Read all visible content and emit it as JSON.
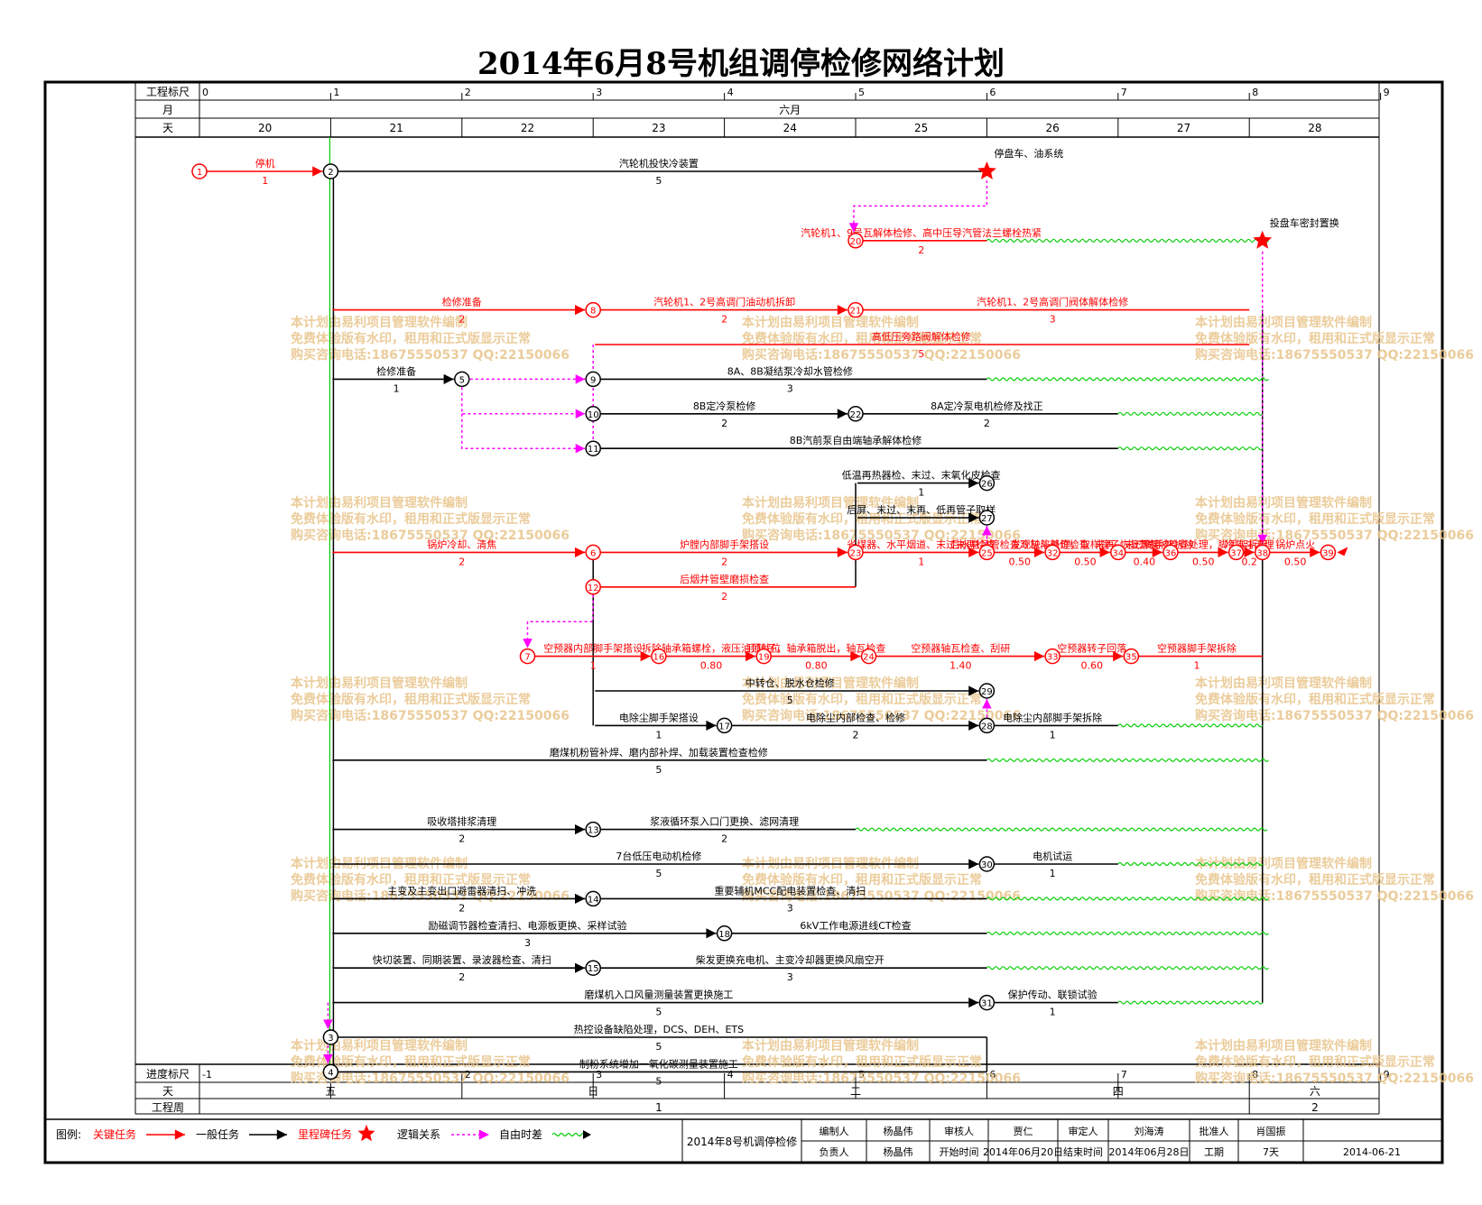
{
  "title": "2014年6月8号机组调停检修网络计划",
  "colors": {
    "critical": "#ff0000",
    "normal": "#000000",
    "logic": "#ff00ff",
    "float": "#00cc00",
    "watermark": "#e8c48a",
    "milestone": "#ff0000"
  },
  "header": {
    "row_labels": {
      "scale": "工程标尺",
      "month": "月",
      "day": "天"
    },
    "scale_ticks": [
      "0",
      "1",
      "2",
      "3",
      "4",
      "5",
      "6",
      "7",
      "8",
      "9"
    ],
    "month": "六月",
    "days": [
      "20",
      "21",
      "22",
      "23",
      "24",
      "25",
      "26",
      "27",
      "28"
    ]
  },
  "footer": {
    "row_labels": {
      "progress": "进度标尺",
      "weekday": "天",
      "week": "工程周"
    },
    "progress_ticks": [
      "-1",
      "1",
      "2",
      "3",
      "4",
      "5",
      "6",
      "7",
      "8",
      "9"
    ],
    "weekdays": [
      "五",
      "日",
      "二",
      "四",
      "六"
    ],
    "weeks": [
      "1",
      "2"
    ]
  },
  "nodes": [
    {
      "id": "1",
      "day": 0,
      "row": 0,
      "crit": true
    },
    {
      "id": "2",
      "day": 1,
      "row": 0,
      "crit": false
    },
    {
      "id": "20",
      "day": 5,
      "row": 2,
      "crit": true
    },
    {
      "id": "8",
      "day": 3,
      "row": 4,
      "crit": true
    },
    {
      "id": "21",
      "day": 5,
      "row": 4,
      "crit": true
    },
    {
      "id": "5",
      "day": 2,
      "row": 6,
      "crit": false
    },
    {
      "id": "9",
      "day": 3,
      "row": 6,
      "crit": false
    },
    {
      "id": "10",
      "day": 3,
      "row": 7,
      "crit": false
    },
    {
      "id": "22",
      "day": 5,
      "row": 7,
      "crit": false
    },
    {
      "id": "11",
      "day": 3,
      "row": 8,
      "crit": false
    },
    {
      "id": "26",
      "day": 6,
      "row": 9,
      "crit": false
    },
    {
      "id": "27",
      "day": 6,
      "row": 10,
      "crit": false
    },
    {
      "id": "6",
      "day": 3,
      "row": 11,
      "crit": true
    },
    {
      "id": "23",
      "day": 5,
      "row": 11,
      "crit": true
    },
    {
      "id": "25",
      "day": 6,
      "row": 11,
      "crit": true
    },
    {
      "id": "32",
      "day": 6.5,
      "row": 11,
      "crit": true
    },
    {
      "id": "34",
      "day": 7,
      "row": 11,
      "crit": true
    },
    {
      "id": "36",
      "day": 7.4,
      "row": 11,
      "crit": true
    },
    {
      "id": "37",
      "day": 7.9,
      "row": 11,
      "crit": true
    },
    {
      "id": "38",
      "day": 8.1,
      "row": 11,
      "crit": true
    },
    {
      "id": "39",
      "day": 8.6,
      "row": 11,
      "crit": true
    },
    {
      "id": "12",
      "day": 3,
      "row": 12,
      "crit": true
    },
    {
      "id": "7",
      "day": 2.5,
      "row": 14,
      "crit": true
    },
    {
      "id": "16",
      "day": 3.5,
      "row": 14,
      "crit": true
    },
    {
      "id": "19",
      "day": 4.3,
      "row": 14,
      "crit": true
    },
    {
      "id": "24",
      "day": 5.1,
      "row": 14,
      "crit": true
    },
    {
      "id": "33",
      "day": 6.5,
      "row": 14,
      "crit": true
    },
    {
      "id": "35",
      "day": 7.1,
      "row": 14,
      "crit": true
    },
    {
      "id": "29",
      "day": 6,
      "row": 15,
      "crit": false
    },
    {
      "id": "17",
      "day": 4,
      "row": 16,
      "crit": false
    },
    {
      "id": "28",
      "day": 6,
      "row": 16,
      "crit": false
    },
    {
      "id": "13",
      "day": 3,
      "row": 19,
      "crit": false
    },
    {
      "id": "30",
      "day": 6,
      "row": 20,
      "crit": false
    },
    {
      "id": "14",
      "day": 3,
      "row": 21,
      "crit": false
    },
    {
      "id": "18",
      "day": 4,
      "row": 22,
      "crit": false
    },
    {
      "id": "15",
      "day": 3,
      "row": 23,
      "crit": false
    },
    {
      "id": "31",
      "day": 6,
      "row": 24,
      "crit": false
    },
    {
      "id": "3",
      "day": 1,
      "row": 25,
      "crit": false
    },
    {
      "id": "4",
      "day": 1,
      "row": 26,
      "crit": false
    }
  ],
  "milestones": [
    {
      "day": 6,
      "row": 0,
      "label": "停盘车、油系统"
    },
    {
      "day": 8.1,
      "row": 2,
      "label": "投盘车密封置换"
    }
  ],
  "tasks": [
    {
      "from": [
        0,
        0
      ],
      "to": [
        1,
        0
      ],
      "name": "停机",
      "dur": "1",
      "crit": true
    },
    {
      "from": [
        1,
        0
      ],
      "to": [
        6,
        0
      ],
      "name": "汽轮机投快冷装置",
      "dur": "5",
      "crit": false
    },
    {
      "from": [
        5,
        2
      ],
      "to": [
        6,
        2
      ],
      "name": "汽轮机1、9号瓦解体检修、高中压导汽管法兰螺栓热紧",
      "dur": "2",
      "crit": true,
      "float_to": 8.1
    },
    {
      "from": [
        1,
        4
      ],
      "to": [
        3,
        4
      ],
      "name": "检修准备",
      "dur": "2",
      "crit": true
    },
    {
      "from": [
        3,
        4
      ],
      "to": [
        5,
        4
      ],
      "name": "汽轮机1、2号高调门油动机拆卸",
      "dur": "2",
      "crit": true
    },
    {
      "from": [
        5,
        4
      ],
      "to": [
        8,
        4
      ],
      "name": "汽轮机1、2号高调门阀体解体检修",
      "dur": "3",
      "crit": true
    },
    {
      "from": [
        3,
        5
      ],
      "to": [
        8,
        5
      ],
      "name": "高低压旁路阀解体检修",
      "dur": "5",
      "crit": true
    },
    {
      "from": [
        1,
        6
      ],
      "to": [
        2,
        6
      ],
      "name": "检修准备",
      "dur": "1",
      "crit": false
    },
    {
      "from": [
        3,
        6
      ],
      "to": [
        6,
        6
      ],
      "name": "8A、8B凝结泵冷却水管检修",
      "dur": "3",
      "crit": false,
      "float_to": 8.1
    },
    {
      "from": [
        3,
        7
      ],
      "to": [
        5,
        7
      ],
      "name": "8B定冷泵检修",
      "dur": "2",
      "crit": false
    },
    {
      "from": [
        5,
        7
      ],
      "to": [
        7,
        7
      ],
      "name": "8A定冷泵电机检修及找正",
      "dur": "2",
      "crit": false,
      "float_to": 8.1
    },
    {
      "from": [
        3,
        8
      ],
      "to": [
        7,
        8
      ],
      "name": "8B汽前泵自由端轴承解体检修",
      "dur": "",
      "crit": false,
      "float_to": 8.1
    },
    {
      "from": [
        5,
        9
      ],
      "to": [
        6,
        9
      ],
      "name": "低温再热器检、末过、末氧化皮检查",
      "dur": "1",
      "crit": false
    },
    {
      "from": [
        5,
        10
      ],
      "to": [
        6,
        10
      ],
      "name": "后屏、末过、末再、低再管子取样",
      "dur": "",
      "crit": false
    },
    {
      "from": [
        1,
        11
      ],
      "to": [
        3,
        11
      ],
      "name": "锅炉冷却、清焦",
      "dur": "2",
      "crit": true
    },
    {
      "from": [
        3,
        11
      ],
      "to": [
        5,
        11
      ],
      "name": "炉膛内部脚手架搭设",
      "dur": "2",
      "crit": true
    },
    {
      "from": [
        5,
        11
      ],
      "to": [
        6,
        11
      ],
      "name": "省煤器、水平烟道、末过末再检查",
      "dur": "1",
      "crit": true
    },
    {
      "from": [
        6,
        11
      ],
      "to": [
        6.5,
        11
      ],
      "name": "后水悬吊管检查冷灰斗部位检查",
      "dur": "0.50",
      "crit": true
    },
    {
      "from": [
        6.5,
        11
      ],
      "to": [
        7,
        11
      ],
      "name": "发现缺陷处理，取样管子恢复焊接",
      "dur": "0.50",
      "crit": true
    },
    {
      "from": [
        7,
        11
      ],
      "to": [
        7.4,
        11
      ],
      "name": "末再、末过脚手架拆除",
      "dur": "0.40",
      "crit": true
    },
    {
      "from": [
        7.4,
        11
      ],
      "to": [
        7.9,
        11
      ],
      "name": "下斜坡检查处理，脚手架拆除",
      "dur": "0.50",
      "crit": true
    },
    {
      "from": [
        7.9,
        11
      ],
      "to": [
        8.1,
        11
      ],
      "name": "冷灰斗清理",
      "dur": "0.2",
      "crit": true
    },
    {
      "from": [
        8.1,
        11
      ],
      "to": [
        8.6,
        11
      ],
      "name": "锅炉点火",
      "dur": "0.50",
      "crit": true
    },
    {
      "from": [
        3,
        12
      ],
      "to": [
        5,
        12
      ],
      "name": "后烟井管壁磨损检查",
      "dur": "2",
      "crit": true
    },
    {
      "from": [
        2.5,
        14
      ],
      "to": [
        3.5,
        14
      ],
      "name": "空预器内部脚手架搭设",
      "dur": "1",
      "crit": true
    },
    {
      "from": [
        3.5,
        14
      ],
      "to": [
        4.3,
        14
      ],
      "name": "拆除轴承箱螺栓，液压油顶就位",
      "dur": "0.80",
      "crit": true
    },
    {
      "from": [
        4.3,
        14
      ],
      "to": [
        5.1,
        14
      ],
      "name": "顶转子，轴承箱脱出，轴瓦检查",
      "dur": "0.80",
      "crit": true
    },
    {
      "from": [
        5.1,
        14
      ],
      "to": [
        6.5,
        14
      ],
      "name": "空预器轴瓦检查、刮研",
      "dur": "1.40",
      "crit": true
    },
    {
      "from": [
        6.5,
        14
      ],
      "to": [
        7.1,
        14
      ],
      "name": "空预器转子回落",
      "dur": "0.60",
      "crit": true
    },
    {
      "from": [
        7.1,
        14
      ],
      "to": [
        8.1,
        14
      ],
      "name": "空预器脚手架拆除",
      "dur": "1",
      "crit": true
    },
    {
      "from": [
        3,
        15
      ],
      "to": [
        6,
        15
      ],
      "name": "中转仓、脱水仓检修",
      "dur": "5",
      "crit": false
    },
    {
      "from": [
        3,
        16
      ],
      "to": [
        4,
        16
      ],
      "name": "电除尘脚手架搭设",
      "dur": "1",
      "crit": false
    },
    {
      "from": [
        4,
        16
      ],
      "to": [
        6,
        16
      ],
      "name": "电除尘内部检查、检修",
      "dur": "2",
      "crit": false
    },
    {
      "from": [
        6,
        16
      ],
      "to": [
        7,
        16
      ],
      "name": "电除尘内部脚手架拆除",
      "dur": "1",
      "crit": false,
      "float_to": 8.1
    },
    {
      "from": [
        1,
        17
      ],
      "to": [
        6,
        17
      ],
      "name": "磨煤机粉管补焊、磨内部补焊、加载装置检查检修",
      "dur": "5",
      "crit": false,
      "float_to": 8.1
    },
    {
      "from": [
        1,
        19
      ],
      "to": [
        3,
        19
      ],
      "name": "吸收塔排浆清理",
      "dur": "2",
      "crit": false
    },
    {
      "from": [
        3,
        19
      ],
      "to": [
        5,
        19
      ],
      "name": "浆液循环泵入口门更换、滤网清理",
      "dur": "2",
      "crit": false,
      "float_to": 8.1
    },
    {
      "from": [
        1,
        20
      ],
      "to": [
        6,
        20
      ],
      "name": "7台低压电动机检修",
      "dur": "5",
      "crit": false
    },
    {
      "from": [
        6,
        20
      ],
      "to": [
        7,
        20
      ],
      "name": "电机试运",
      "dur": "1",
      "crit": false,
      "float_to": 8.1
    },
    {
      "from": [
        1,
        21
      ],
      "to": [
        3,
        21
      ],
      "name": "主变及主变出口避雷器清扫、冲洗",
      "dur": "2",
      "crit": false
    },
    {
      "from": [
        3,
        21
      ],
      "to": [
        6,
        21
      ],
      "name": "重要辅机MCC配电装置检查、清扫",
      "dur": "3",
      "crit": false,
      "float_to": 8.1
    },
    {
      "from": [
        1,
        22
      ],
      "to": [
        4,
        22
      ],
      "name": "励磁调节器检查清扫、电源板更换、采样试验",
      "dur": "3",
      "crit": false
    },
    {
      "from": [
        4,
        22
      ],
      "to": [
        6,
        22
      ],
      "name": "6kV工作电源进线CT检查",
      "dur": "",
      "crit": false,
      "float_to": 8.1
    },
    {
      "from": [
        1,
        23
      ],
      "to": [
        3,
        23
      ],
      "name": "快切装置、同期装置、录波器检查、清扫",
      "dur": "2",
      "crit": false
    },
    {
      "from": [
        3,
        23
      ],
      "to": [
        6,
        23
      ],
      "name": "柴发更换充电机、主变冷却器更换风扇空开",
      "dur": "3",
      "crit": false,
      "float_to": 8.1
    },
    {
      "from": [
        1,
        24
      ],
      "to": [
        6,
        24
      ],
      "name": "磨煤机入口风量测量装置更换施工",
      "dur": "5",
      "crit": false
    },
    {
      "from": [
        6,
        24
      ],
      "to": [
        7,
        24
      ],
      "name": "保护传动、联锁试验",
      "dur": "1",
      "crit": false,
      "float_to": 8.1
    },
    {
      "from": [
        1,
        25
      ],
      "to": [
        6,
        25
      ],
      "name": "热控设备缺陷处理，DCS、DEH、ETS",
      "dur": "5",
      "crit": false
    },
    {
      "from": [
        1,
        26
      ],
      "to": [
        6,
        26
      ],
      "name": "制粉系统增加一氧化碳测量装置施工",
      "dur": "5",
      "crit": false
    }
  ],
  "watermark": [
    "本计划由易利项目管理软件编制",
    "免费体验版有水印，租用和正式版显示正常",
    "购买咨询电话:18675550537 QQ:22150066"
  ],
  "legend": {
    "label": "图例:",
    "items": [
      "关键任务",
      "一般任务",
      "里程碑任务",
      "逻辑关系",
      "自由时差"
    ]
  },
  "info": {
    "project": "2014年8号机调停检修",
    "rows": [
      [
        "编制人",
        "杨晶伟",
        "审核人",
        "贾仁",
        "审定人",
        "刘海涛",
        "批准人",
        "肖国振"
      ],
      [
        "负责人",
        "杨晶伟",
        "开始时间",
        "2014年06月20日",
        "结束时间",
        "2014年06月28日",
        "工期",
        "7天"
      ]
    ],
    "date": "2014-06-21"
  }
}
